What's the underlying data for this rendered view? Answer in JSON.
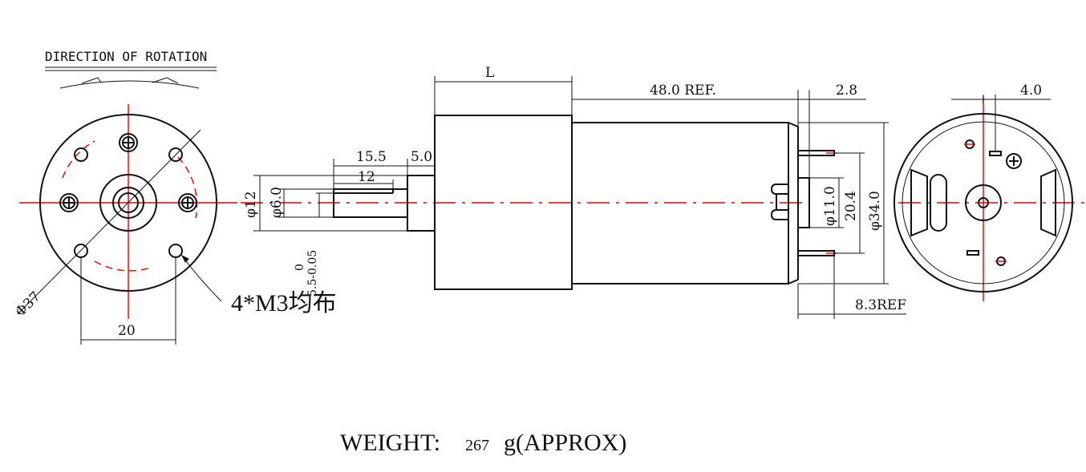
{
  "title": "DIRECTION OF ROTATION",
  "front_view": {
    "dia_label": "Φ37",
    "pitch_label": "20",
    "hole_note": "4*M3均布"
  },
  "side_view": {
    "length_label": "L",
    "motor_length_label": "48.0 REF.",
    "gap_label": "2.8",
    "shaft_total_label": "15.5",
    "boss_len_label": "5.0",
    "flat_len_label": "12",
    "boss_dia_label": "φ12",
    "shaft_dia_label": "φ6.0",
    "flat_tol_upper": "0",
    "flat_tol_label": "5.5-0.05",
    "term_span_label": "φ11.0",
    "term_pitch_label": "20.4",
    "motor_dia_label": "φ34.0",
    "term_len_label": "8.3REF"
  },
  "rear_view": {
    "offset_label": "4.0"
  },
  "weight": {
    "prefix": "WEIGHT:",
    "value": "267",
    "unit": "g(APPROX)"
  }
}
